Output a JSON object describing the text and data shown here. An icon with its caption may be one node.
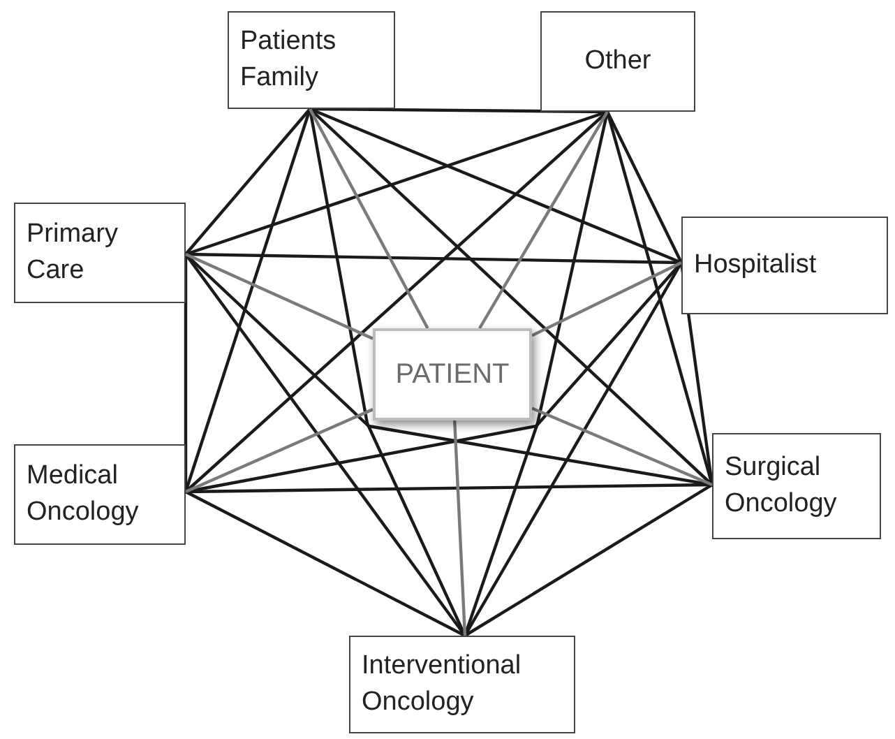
{
  "diagram": {
    "nodes": [
      {
        "text": [
          "Patients Family"
        ]
      },
      {
        "text": [
          "Other"
        ]
      },
      {
        "text": [
          "Primary Care"
        ]
      },
      {
        "text": [
          "Hospitalist"
        ]
      },
      {
        "text": [
          "PATIENT"
        ]
      },
      {
        "text": [
          "Medical Oncology"
        ]
      },
      {
        "text": [
          "Surgical Oncology"
        ]
      },
      {
        "text": [
          "Interventional Oncology"
        ]
      }
    ],
    "edges": [
      {
        "from": 0,
        "to": 1,
        "arrow": "none"
      },
      {
        "from": 0,
        "to": 2,
        "arrow": "none"
      },
      {
        "from": 0,
        "to": 3,
        "arrow": "none"
      },
      {
        "from": 0,
        "to": 5,
        "arrow": "none"
      },
      {
        "from": 0,
        "to": 6,
        "arrow": "none"
      },
      {
        "from": 0,
        "to": 7,
        "arrow": "none"
      },
      {
        "from": 1,
        "to": 2,
        "arrow": "none"
      },
      {
        "from": 1,
        "to": 3,
        "arrow": "none"
      },
      {
        "from": 1,
        "to": 5,
        "arrow": "none"
      },
      {
        "from": 1,
        "to": 6,
        "arrow": "none"
      },
      {
        "from": 1,
        "to": 7,
        "arrow": "none"
      },
      {
        "from": 2,
        "to": 3,
        "arrow": "none"
      },
      {
        "from": 2,
        "to": 5,
        "arrow": "none"
      },
      {
        "from": 2,
        "to": 6,
        "arrow": "none"
      },
      {
        "from": 2,
        "to": 7,
        "arrow": "none"
      },
      {
        "from": 3,
        "to": 5,
        "arrow": "none"
      },
      {
        "from": 3,
        "to": 6,
        "arrow": "none"
      },
      {
        "from": 3,
        "to": 7,
        "arrow": "none"
      },
      {
        "from": 5,
        "to": 6,
        "arrow": "none"
      },
      {
        "from": 5,
        "to": 7,
        "arrow": "none"
      },
      {
        "from": 6,
        "to": 7,
        "arrow": "none"
      },
      {
        "from": 0,
        "to": 4,
        "arrow": "none",
        "color": "#7a7a7a"
      },
      {
        "from": 1,
        "to": 4,
        "arrow": "none",
        "color": "#7a7a7a"
      },
      {
        "from": 2,
        "to": 4,
        "arrow": "none",
        "color": "#7a7a7a"
      },
      {
        "from": 3,
        "to": 4,
        "arrow": "none",
        "color": "#7a7a7a"
      },
      {
        "from": 5,
        "to": 4,
        "arrow": "none",
        "color": "#7a7a7a"
      },
      {
        "from": 6,
        "to": 4,
        "arrow": "none",
        "color": "#7a7a7a"
      },
      {
        "from": 7,
        "to": 4,
        "arrow": "none",
        "color": "#7a7a7a"
      }
    ]
  }
}
